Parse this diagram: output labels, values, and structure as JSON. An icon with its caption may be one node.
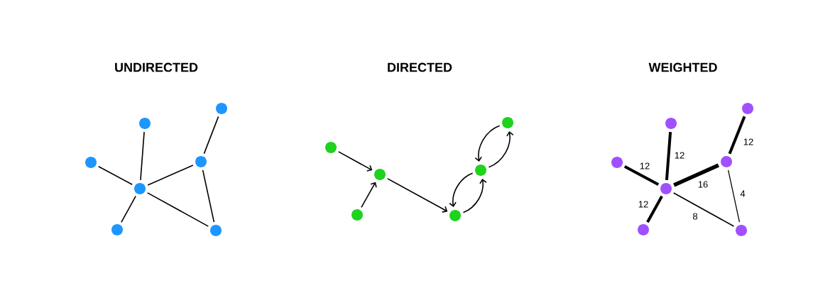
{
  "diagram": {
    "nodes": [
      {
        "text": [],
        "shape": "circle"
      },
      {
        "text": [],
        "shape": "circle"
      },
      {
        "text": [],
        "shape": "circle"
      },
      {
        "text": [],
        "shape": "circle"
      },
      {
        "text": [],
        "shape": "circle"
      },
      {
        "text": [],
        "shape": "circle"
      },
      {
        "text": [],
        "shape": "circle"
      },
      {
        "text": [],
        "shape": "circle"
      },
      {
        "text": [],
        "shape": "circle"
      },
      {
        "text": [],
        "shape": "circle"
      },
      {
        "text": [],
        "shape": "circle"
      },
      {
        "text": [],
        "shape": "circle"
      },
      {
        "text": [],
        "shape": "circle"
      },
      {
        "text": [],
        "shape": "circle"
      },
      {
        "text": [],
        "shape": "circle"
      },
      {
        "text": [],
        "shape": "circle"
      },
      {
        "text": [],
        "shape": "circle"
      },
      {
        "text": [],
        "shape": "circle"
      },
      {
        "text": [],
        "shape": "circle"
      },
      {
        "text": [],
        "shape": "circle"
      }
    ],
    "edges": [
      {
        "from": 0,
        "to": 4,
        "arrow": "none"
      },
      {
        "from": 1,
        "to": 3,
        "arrow": "none"
      },
      {
        "from": 2,
        "to": 4,
        "arrow": "none"
      },
      {
        "from": 3,
        "to": 4,
        "arrow": "none"
      },
      {
        "from": 4,
        "to": 5,
        "arrow": "none"
      },
      {
        "from": 4,
        "to": 6,
        "arrow": "none"
      },
      {
        "from": 3,
        "to": 6,
        "arrow": "none"
      },
      {
        "from": 7,
        "to": 8,
        "arrow": "to"
      },
      {
        "from": 9,
        "to": 8,
        "arrow": "to"
      },
      {
        "from": 8,
        "to": 10,
        "arrow": "to"
      },
      {
        "from": 10,
        "to": 11,
        "arrow": "to"
      },
      {
        "from": 11,
        "to": 10,
        "arrow": "to"
      },
      {
        "from": 11,
        "to": 12,
        "arrow": "to"
      },
      {
        "from": 12,
        "to": 11,
        "arrow": "to"
      },
      {
        "from": 13,
        "to": 17,
        "arrow": "none",
        "label": "12",
        "style": "thick"
      },
      {
        "from": 14,
        "to": 16,
        "arrow": "none",
        "label": "12",
        "style": "thick"
      },
      {
        "from": 15,
        "to": 17,
        "arrow": "none",
        "label": "12",
        "style": "thick"
      },
      {
        "from": 16,
        "to": 17,
        "arrow": "none",
        "label": "16",
        "style": "thick"
      },
      {
        "from": 17,
        "to": 18,
        "arrow": "none",
        "label": "12",
        "style": "thick"
      },
      {
        "from": 17,
        "to": 19,
        "arrow": "none",
        "label": "8"
      },
      {
        "from": 16,
        "to": 19,
        "arrow": "none",
        "label": "4"
      }
    ],
    "labels": [
      "UNDIRECTED",
      "DIRECTED",
      "WEIGHTED"
    ]
  }
}
